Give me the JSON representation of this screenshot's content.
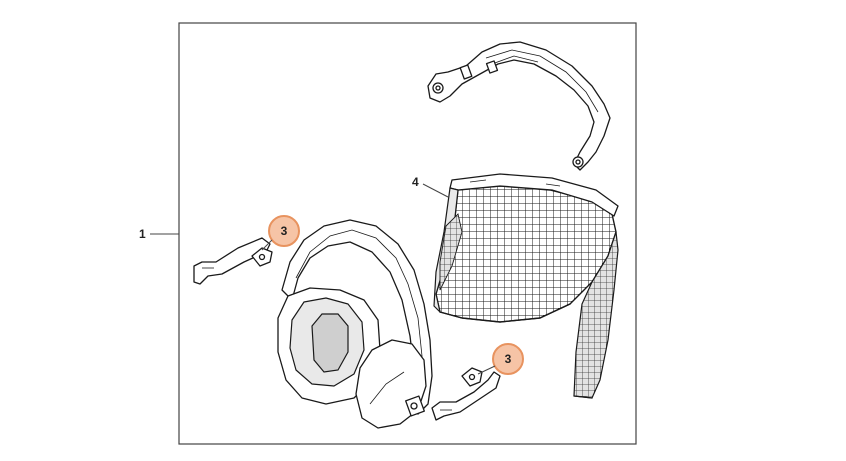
{
  "diagram": {
    "callouts": [
      {
        "id": "callout-1",
        "label": "1"
      },
      {
        "id": "callout-4",
        "label": "4"
      }
    ],
    "badges": [
      {
        "id": "badge-3-left",
        "label": "3"
      },
      {
        "id": "badge-3-right",
        "label": "3"
      }
    ],
    "colors": {
      "badge_fill": "#f6c4a6",
      "badge_stroke": "#e8935f",
      "frame_stroke": "#444444",
      "ink": "#1a1a1a"
    }
  }
}
